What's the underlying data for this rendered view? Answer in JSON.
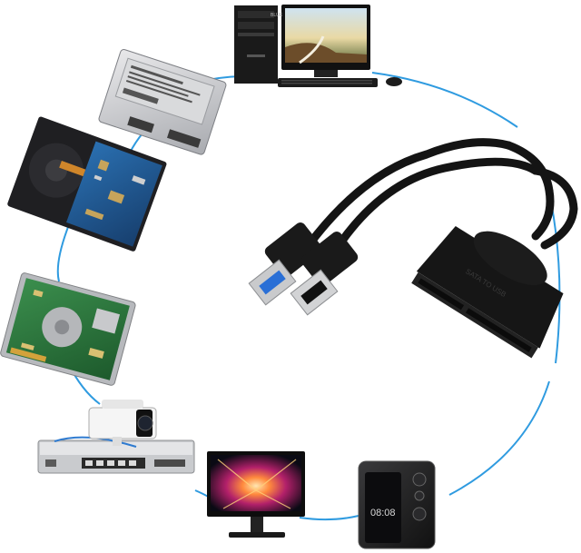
{
  "image": {
    "background": "#ffffff",
    "ring_color": "#2f9be0"
  },
  "devices": [
    {
      "name": "desktop-computer",
      "icon": "desktop-pc-icon"
    },
    {
      "name": "ssd-drive",
      "icon": "ssd-icon"
    },
    {
      "name": "hdd-3-5-inch",
      "icon": "hdd-icon"
    },
    {
      "name": "hdd-2-5-inch",
      "icon": "laptop-hdd-icon"
    },
    {
      "name": "cctv-nvr-recorder",
      "icon": "nvr-camera-icon"
    },
    {
      "name": "television",
      "icon": "tv-icon"
    },
    {
      "name": "smartphone",
      "icon": "phone-icon"
    }
  ],
  "adapter": {
    "label": "SATA TO USB",
    "phone_time": "08:08",
    "monitor_brand": "BLUE",
    "cable_color": "#141414"
  }
}
